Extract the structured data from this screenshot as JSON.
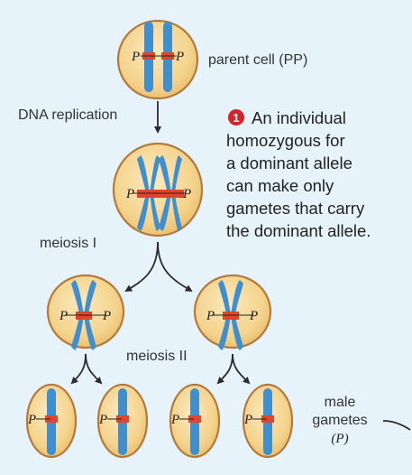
{
  "labels": {
    "parent_cell": "parent cell (PP)",
    "dna_replication": "DNA replication",
    "meiosis_1": "meiosis I",
    "meiosis_2": "meiosis II",
    "male_gametes_line1": "male",
    "male_gametes_line2": "gametes",
    "male_gametes_line3": "(P)"
  },
  "allele_symbol": "P",
  "note": {
    "number": "1",
    "lines": [
      "An individual",
      "homozygous for",
      "a dominant allele",
      "can make only",
      "gametes that carry",
      "the dominant allele."
    ]
  },
  "colors": {
    "background": "#e6f3fb",
    "cell_fill": "#f6d797",
    "cell_border": "#b37a3a",
    "chromosome": "#3f8fce",
    "allele_band": "#e0452c",
    "note_badge": "#d5252b",
    "arrow": "#2b2b2b"
  }
}
